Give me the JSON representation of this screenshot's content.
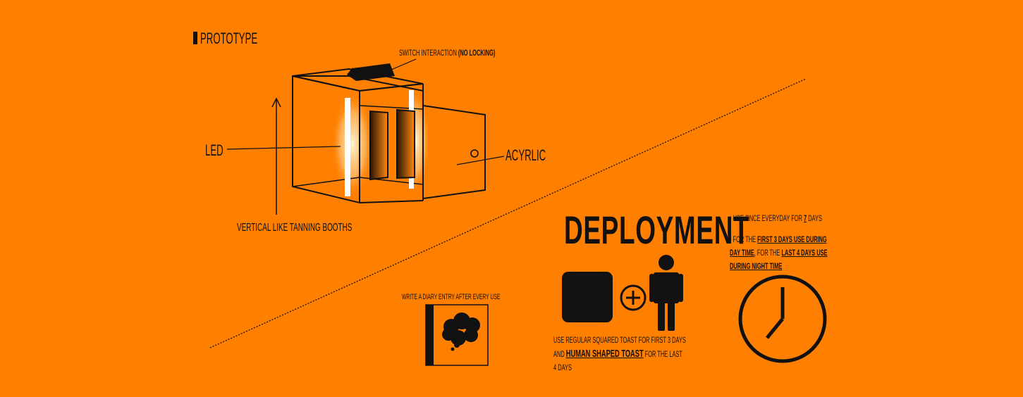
{
  "prototype": {
    "heading": "PROTOTYPE",
    "switch_label": "SWITCH INTERACTION",
    "switch_label_bold": "(NO LOCKING)",
    "led_label": "LED",
    "acrylic_label": "ACYRLIC",
    "vertical_label": "VERTICAL LIKE TANNING BOOTHS"
  },
  "deployment": {
    "heading": "DEPLOYMENT",
    "note1_a": "- USE ONCE EVERYDAY FOR ",
    "note1_b": "7",
    "note1_c": " DAYS",
    "note2_a": "- FOR THE ",
    "note2_b": "FIRST 3 DAYS USE DURING",
    "note2_c": "DAY TIME",
    "note2_d": ", FOR THE ",
    "note2_e": "LAST 4 DAYS USE",
    "note2_f": "DURING NIGHT TIME",
    "toast_line1": "USE REGULAR SQUARED TOAST FOR FIRST 3 DAYS",
    "toast_line2_a": "AND ",
    "toast_line2_b": "HUMAN SHAPED TOAST",
    "toast_line2_c": " FOR THE LAST",
    "toast_line3": "4 DAYS",
    "diary_label": "WRITE A DIARY ENTRY AFTER EVERY USE"
  },
  "colors": {
    "background": "#FF7F00",
    "ink": "#111111",
    "led_glow": "#FFFFFF"
  }
}
